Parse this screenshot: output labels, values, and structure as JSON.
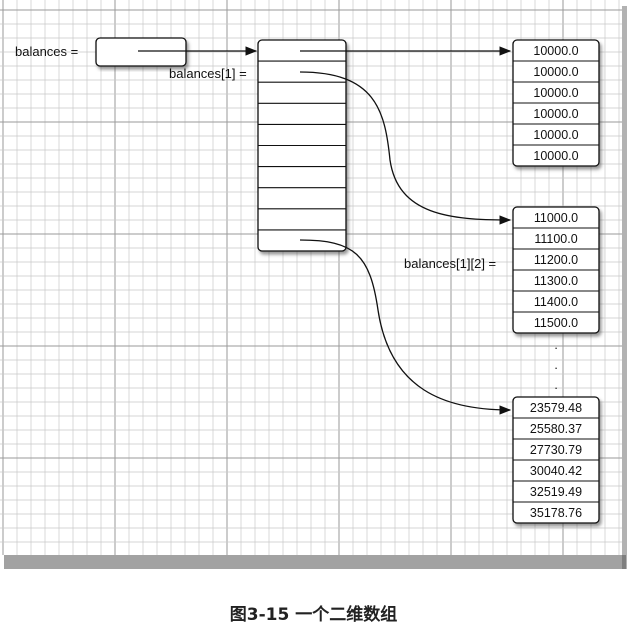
{
  "labels": {
    "balances": "balances =",
    "balances_1": "balances[1] =",
    "balances_1_2": "balances[1][2] ="
  },
  "rows": [
    [
      "10000.0",
      "10000.0",
      "10000.0",
      "10000.0",
      "10000.0",
      "10000.0"
    ],
    [
      "11000.0",
      "11100.0",
      "11200.0",
      "11300.0",
      "11400.0",
      "11500.0"
    ],
    [
      "23579.48",
      "25580.37",
      "27730.79",
      "30040.42",
      "32519.49",
      "35178.76"
    ]
  ],
  "ellipsis": "·",
  "caption": "图3-15 一个二维数组",
  "colors": {
    "grid": "#c8c8c8",
    "grid_major": "#9a9a9a",
    "stroke": "#111111",
    "shadow": "#555555"
  }
}
